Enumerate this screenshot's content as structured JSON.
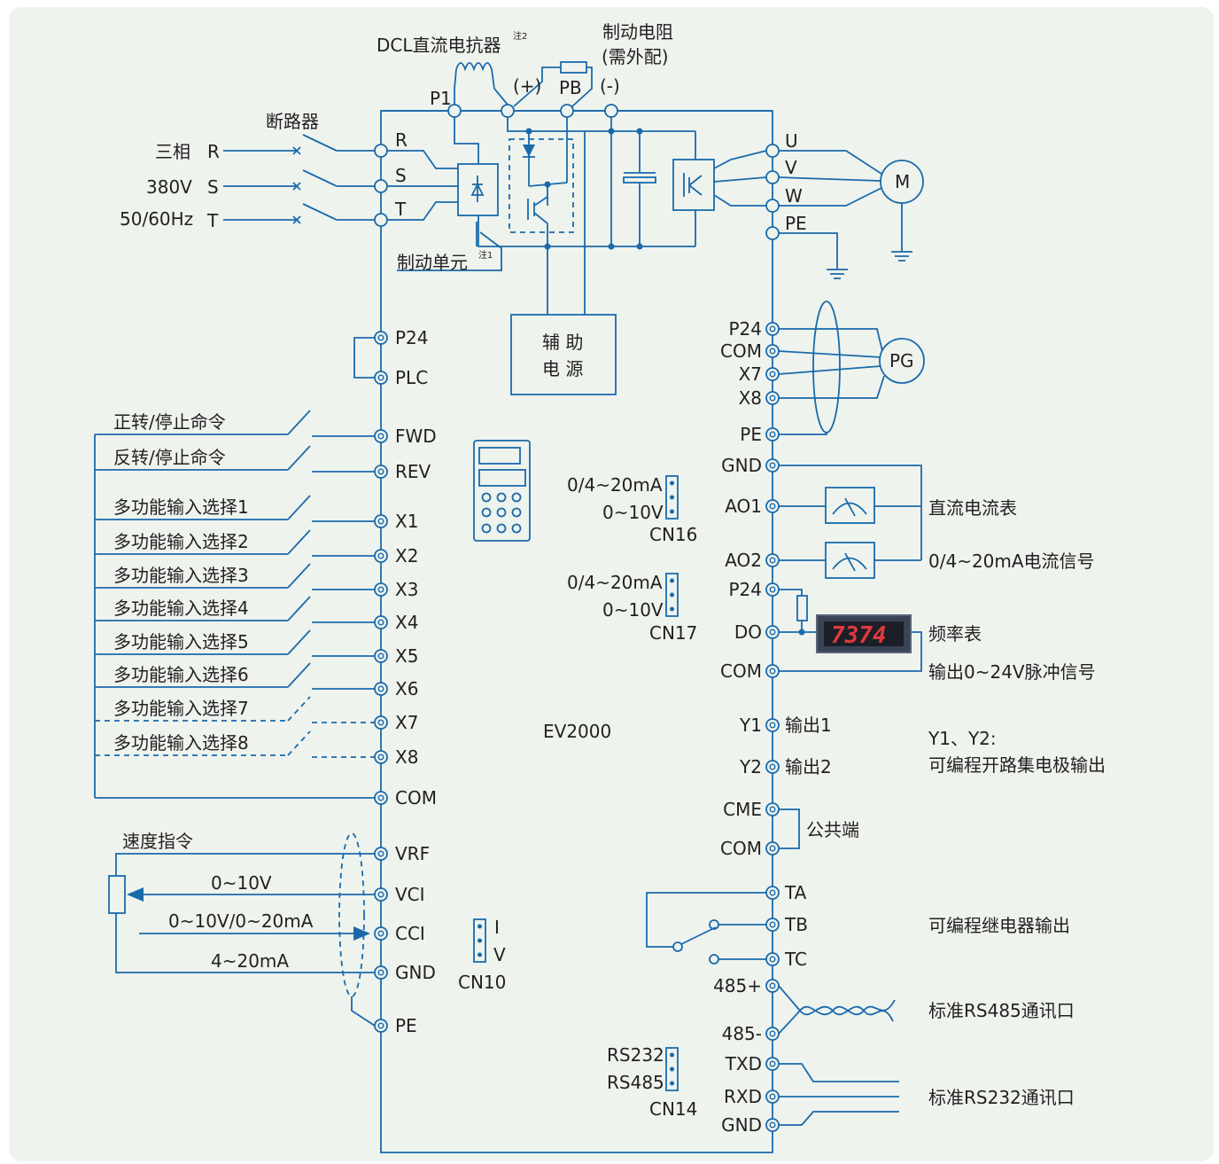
{
  "model": "EV2000",
  "top": {
    "dcl": "DCL直流电抗器",
    "dcl_note": "注2",
    "brake_resistor": "制动电阻",
    "brake_resistor_note": "(需外配)",
    "p1": "P1",
    "plus": "(+)",
    "pb": "PB",
    "minus": "(-)",
    "breaker": "断路器",
    "brake_unit": "制动单元",
    "brake_unit_note": "注1",
    "aux_power_1": "辅 助",
    "aux_power_2": "电 源"
  },
  "supply": {
    "phase": "三相",
    "voltage": "380V",
    "freq": "50/60Hz",
    "r": "R",
    "s": "S",
    "t": "T"
  },
  "input_terminals": [
    "R",
    "S",
    "T"
  ],
  "output_terminals": [
    "U",
    "V",
    "W",
    "PE"
  ],
  "motor": "M",
  "encoder": "PG",
  "left_terminals": [
    "P24",
    "PLC",
    "FWD",
    "REV",
    "X1",
    "X2",
    "X3",
    "X4",
    "X5",
    "X6",
    "X7",
    "X8",
    "COM",
    "VRF",
    "VCI",
    "CCI",
    "GND",
    "PE"
  ],
  "left_inputs": [
    "正转/停止命令",
    "反转/停止命令",
    "多功能输入选择1",
    "多功能输入选择2",
    "多功能输入选择3",
    "多功能输入选择4",
    "多功能输入选择5",
    "多功能输入选择6",
    "多功能输入选择7",
    "多功能输入选择8"
  ],
  "speed": {
    "label": "速度指令",
    "vci": "0~10V",
    "cci": "0~10V/0~20mA",
    "gnd": "4~20mA"
  },
  "jumpers": {
    "cn16": {
      "a": "0/4~20mA",
      "b": "0~10V",
      "name": "CN16"
    },
    "cn17": {
      "a": "0/4~20mA",
      "b": "0~10V",
      "name": "CN17"
    },
    "cn10": {
      "a": "I",
      "b": "V",
      "name": "CN10"
    },
    "cn14": {
      "a": "RS232",
      "b": "RS485",
      "name": "CN14"
    }
  },
  "right_terminals": [
    "P24",
    "COM",
    "X7",
    "X8",
    "PE",
    "GND",
    "AO1",
    "AO2",
    "P24",
    "DO",
    "COM",
    "Y1",
    "Y2",
    "CME",
    "COM",
    "TA",
    "TB",
    "TC",
    "485+",
    "485-",
    "TXD",
    "RXD",
    "GND"
  ],
  "right_labels": {
    "out1": "输出1",
    "out2": "输出2",
    "common": "公共端",
    "dc_ammeter": "直流电流表",
    "current_signal": "0/4~20mA电流信号",
    "freq_meter": "频率表",
    "pulse_signal": "输出0~24V脉冲信号",
    "y_title": "Y1、Y2:",
    "y_desc": "可编程开路集电极输出",
    "relay": "可编程继电器输出",
    "rs485": "标准RS485通讯口",
    "rs232": "标准RS232通讯口"
  },
  "display_value": "7374",
  "colors": {
    "line": "#1a6aab",
    "text": "#231f20",
    "background": "#eef3ee"
  }
}
